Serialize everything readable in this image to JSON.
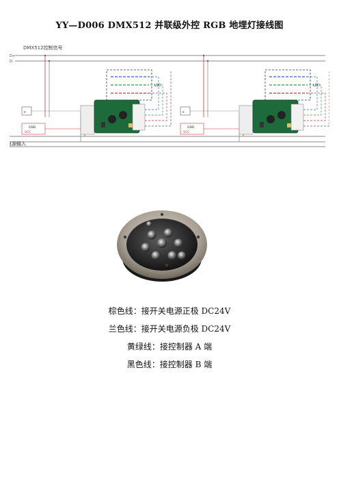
{
  "doc": {
    "title": "YY—D006 DMX512 并联级外控 RGB 地埋灯接线图"
  },
  "diagram": {
    "signal_label": "DMX512控制信号",
    "line_d_plus": "D+",
    "line_d_minus": "D-",
    "power_label": "电源输入",
    "gnd": "GND",
    "vcc": "VCC",
    "led_label": "LED",
    "colors": {
      "signal": "#8a8a8a",
      "red": "#d32f2f",
      "blue": "#2f5fd3",
      "green": "#2e9e3e",
      "board": "#1d6b3a"
    }
  },
  "product": {
    "image": "led-inground-light-photo"
  },
  "captions": [
    "棕色线：接开关电源正极 DC24V",
    "兰色线：接开关电源负极 DC24V",
    "黄绿线：接控制器 A 端",
    "黑色线：接控制器 B 端"
  ]
}
